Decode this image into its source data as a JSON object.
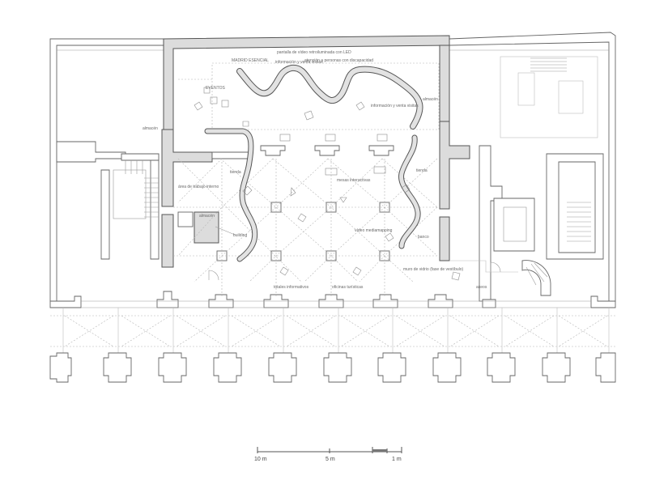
{
  "labels": {
    "led_screen": "pantalla de vídeo retroiluminada con LED",
    "madrid_esencial": "MADRID ESENCIAL",
    "info_visits_top": "información y venta visitas",
    "disability_care": "atención a personas con discapacidad",
    "eventos": "EVENTOS",
    "info_visits_right": "información y venta visitas",
    "storage_small": "almacén",
    "storage_top": "almacén",
    "storage_mid": "almacén",
    "shop_left": "tienda",
    "work_area": "área de trabajo interno",
    "interactive_tables": "mesas interactivas",
    "shop_right": "tienda",
    "video_mapping": "vídeo mediamapping",
    "building": "building",
    "bench": "banco",
    "glass_wall": "muro de vidrio (fase de vestíbulo)",
    "info_panels": "totales informativos",
    "tourist_offices": "oficinas turísticas",
    "toilets": "aseos"
  },
  "scale": {
    "left": "10 m",
    "mid": "5 m",
    "right": "1 m"
  }
}
